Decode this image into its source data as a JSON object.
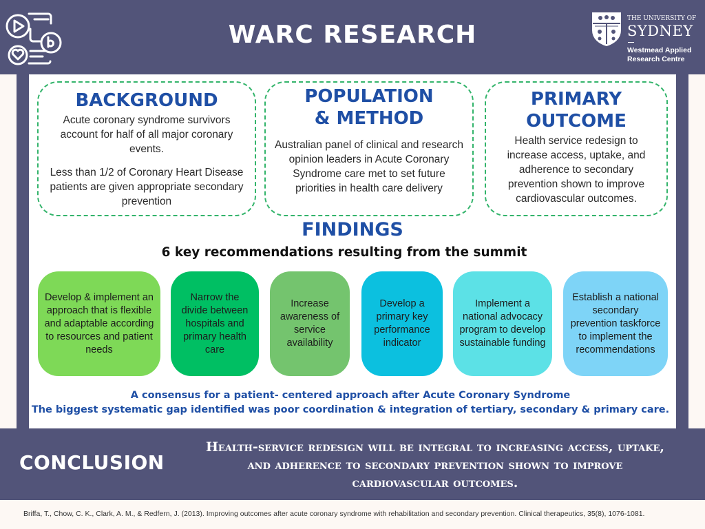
{
  "header": {
    "title": "WARC RESEARCH",
    "icon": "social-media-icons",
    "logo": {
      "line1": "THE UNIVERSITY OF",
      "line2": "SYDNEY",
      "centre_line1": "Westmead Applied",
      "centre_line2": "Research Centre"
    }
  },
  "background": {
    "heading": "BACKGROUND",
    "p1": "Acute coronary syndrome survivors account for half of all major coronary events.",
    "p2": "Less than 1/2 of Coronary Heart Disease patients are given appropriate secondary prevention"
  },
  "population": {
    "heading_line1": "POPULATION",
    "heading_line2": "& METHOD",
    "text": "Australian panel of clinical and research opinion leaders in Acute Coronary Syndrome care met to set future priorities in health care delivery"
  },
  "outcome": {
    "heading_line1": "PRIMARY",
    "heading_line2": "OUTCOME",
    "text": "Health service redesign to increase access, uptake, and adherence to secondary prevention shown to improve cardiovascular outcomes."
  },
  "findings": {
    "heading": "FINDINGS",
    "subtitle": "6 key recommendations resulting from the summit",
    "recommendations": [
      "Develop & implement an approach that is flexible and adaptable according to resources and patient needs",
      "Narrow the divide between hospitals and primary health care",
      "Increase awareness of service availability",
      "Develop a primary key performance indicator",
      "Implement a national advocacy program to develop sustainable funding",
      "Establish a national secondary prevention taskforce to implement the recommendations"
    ],
    "consensus_line1": "A consensus for a patient- centered approach after Acute Coronary Syndrome",
    "consensus_line2": "The biggest systematic gap identified was poor coordination & integration of tertiary, secondary & primary care."
  },
  "conclusion": {
    "heading": "CONCLUSION",
    "text": "Health-service redesign will be integral to increasing access, uptake, and adherence to secondary prevention shown to improve cardiovascular outcomes."
  },
  "citation": "Briffa, T., Chow, C. K., Clark, A. M., & Redfern, J. (2013). Improving outcomes after acute coronary syndrome with rehabilitation and secondary prevention. Clinical therapeutics, 35(8), 1076-1081.",
  "colors": {
    "header_bg": "#525479",
    "heading_blue": "#1f4fa5",
    "dashed_green": "#33b46b",
    "rec_1": "#7ed957",
    "rec_2": "#00bf63",
    "rec_3": "#74c46e",
    "rec_4": "#0cc0df",
    "rec_5": "#5ce1e6",
    "rec_6": "#7ed4f7"
  }
}
